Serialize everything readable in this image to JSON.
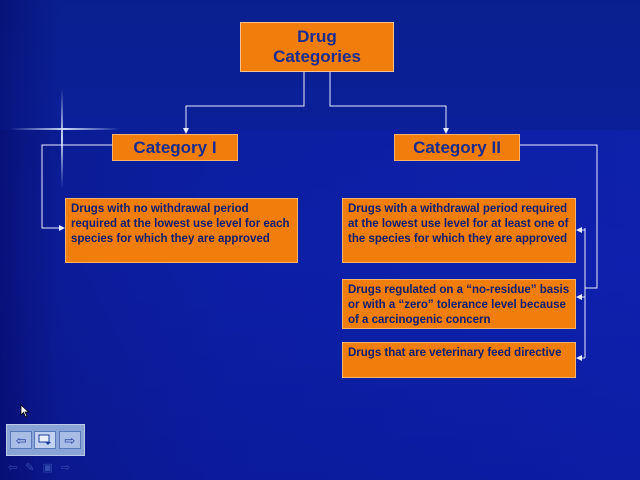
{
  "slide": {
    "title": "Drug Categories",
    "categories": [
      {
        "label": "Category I"
      },
      {
        "label": "Category II"
      }
    ],
    "category_1_items": [
      "Drugs with no withdrawal period required at the lowest use level for each species for which they are approved"
    ],
    "category_2_items": [
      "Drugs with a withdrawal period required at the lowest use level for at least one of the species for which they are approved",
      "Drugs regulated on a “no-residue” basis or  with a “zero” tolerance level because of a carcinogenic concern",
      "Drugs that are veterinary feed directive"
    ]
  },
  "colors": {
    "box_fill": "#f07d0c",
    "box_text": "#1a2d8e",
    "background": "#0c1fa2",
    "connector": "#e8ecff"
  },
  "presenter_controls": {
    "prev_icon": "arrow-left-icon",
    "menu_icon": "slide-menu-icon",
    "next_icon": "arrow-right-icon",
    "pen_icon": "pen-icon",
    "screen_icon": "screen-icon"
  }
}
